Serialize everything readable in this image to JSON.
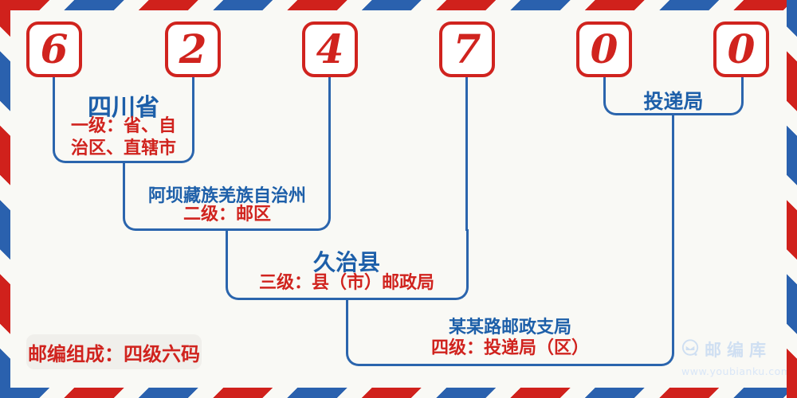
{
  "postal_code": {
    "digits": [
      "6",
      "2",
      "4",
      "7",
      "0",
      "0"
    ]
  },
  "levels": [
    {
      "name": "四川省",
      "desc_line1": "一级：省、自",
      "desc_line2": "治区、直辖市"
    },
    {
      "name": "阿坝藏族羌族自治州",
      "desc": "二级：邮区"
    },
    {
      "name": "久治县",
      "desc": "三级：县（市）邮政局"
    },
    {
      "name": "某某路邮政支局",
      "desc": "四级：投递局（区）"
    }
  ],
  "delivery_office_label": "投递局",
  "footer": {
    "composition_note": "邮编组成：四级六码"
  },
  "watermark": {
    "brand": "邮编库",
    "url": "www.youbianku.com",
    "envelope_icon": "envelope-in-circle"
  },
  "colors": {
    "red": "#d0231e",
    "blue_line": "#2b65ad",
    "blue_text": "#1d5fa9",
    "border_red": "#d0211c",
    "border_blue": "#2a61ae",
    "background": "#f9f9f5",
    "watermark_blue": "#cfdff2"
  }
}
